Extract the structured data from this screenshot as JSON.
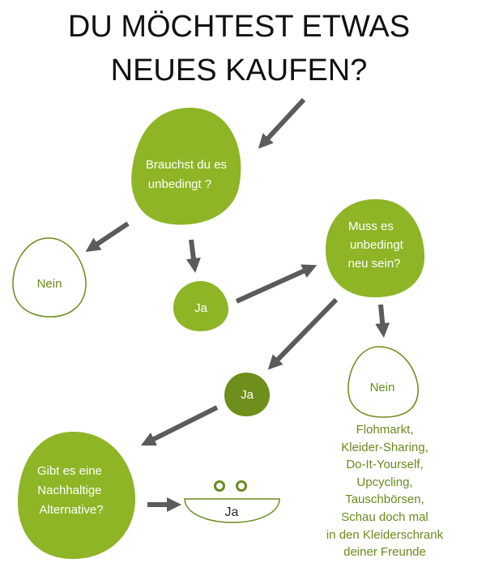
{
  "title": {
    "line1": "DU MÖCHTEST ETWAS",
    "line2": "NEUES KAUFEN?"
  },
  "colors": {
    "green": "#8db526",
    "arrow": "#5b5b5b",
    "dark_green": "#6e8f1b",
    "text": "#111111"
  },
  "nodes": {
    "brauchst": {
      "lines": [
        "Brauchst du es",
        "unbedingt ?"
      ]
    },
    "nein_left": {
      "lines": [
        "Nein"
      ]
    },
    "ja_1": {
      "lines": [
        "Ja"
      ]
    },
    "muss": {
      "lines": [
        "Muss es",
        "unbedingt",
        "neu sein?"
      ]
    },
    "nein_right": {
      "lines": [
        "Nein"
      ]
    },
    "ja_2": {
      "lines": [
        "Ja"
      ]
    },
    "gibt": {
      "lines": [
        "Gibt es eine",
        "Nachhaltige",
        "Alternative?"
      ]
    },
    "ja_smile": {
      "lines": [
        "Ja"
      ]
    }
  },
  "alternatives": [
    "Flohmarkt,",
    "Kleider-Sharing,",
    "Do-It-Yourself,",
    "Upcycling,",
    "Tauschbörsen,",
    "Schau doch mal",
    "in den Kleiderschrank",
    "deiner Freunde"
  ]
}
